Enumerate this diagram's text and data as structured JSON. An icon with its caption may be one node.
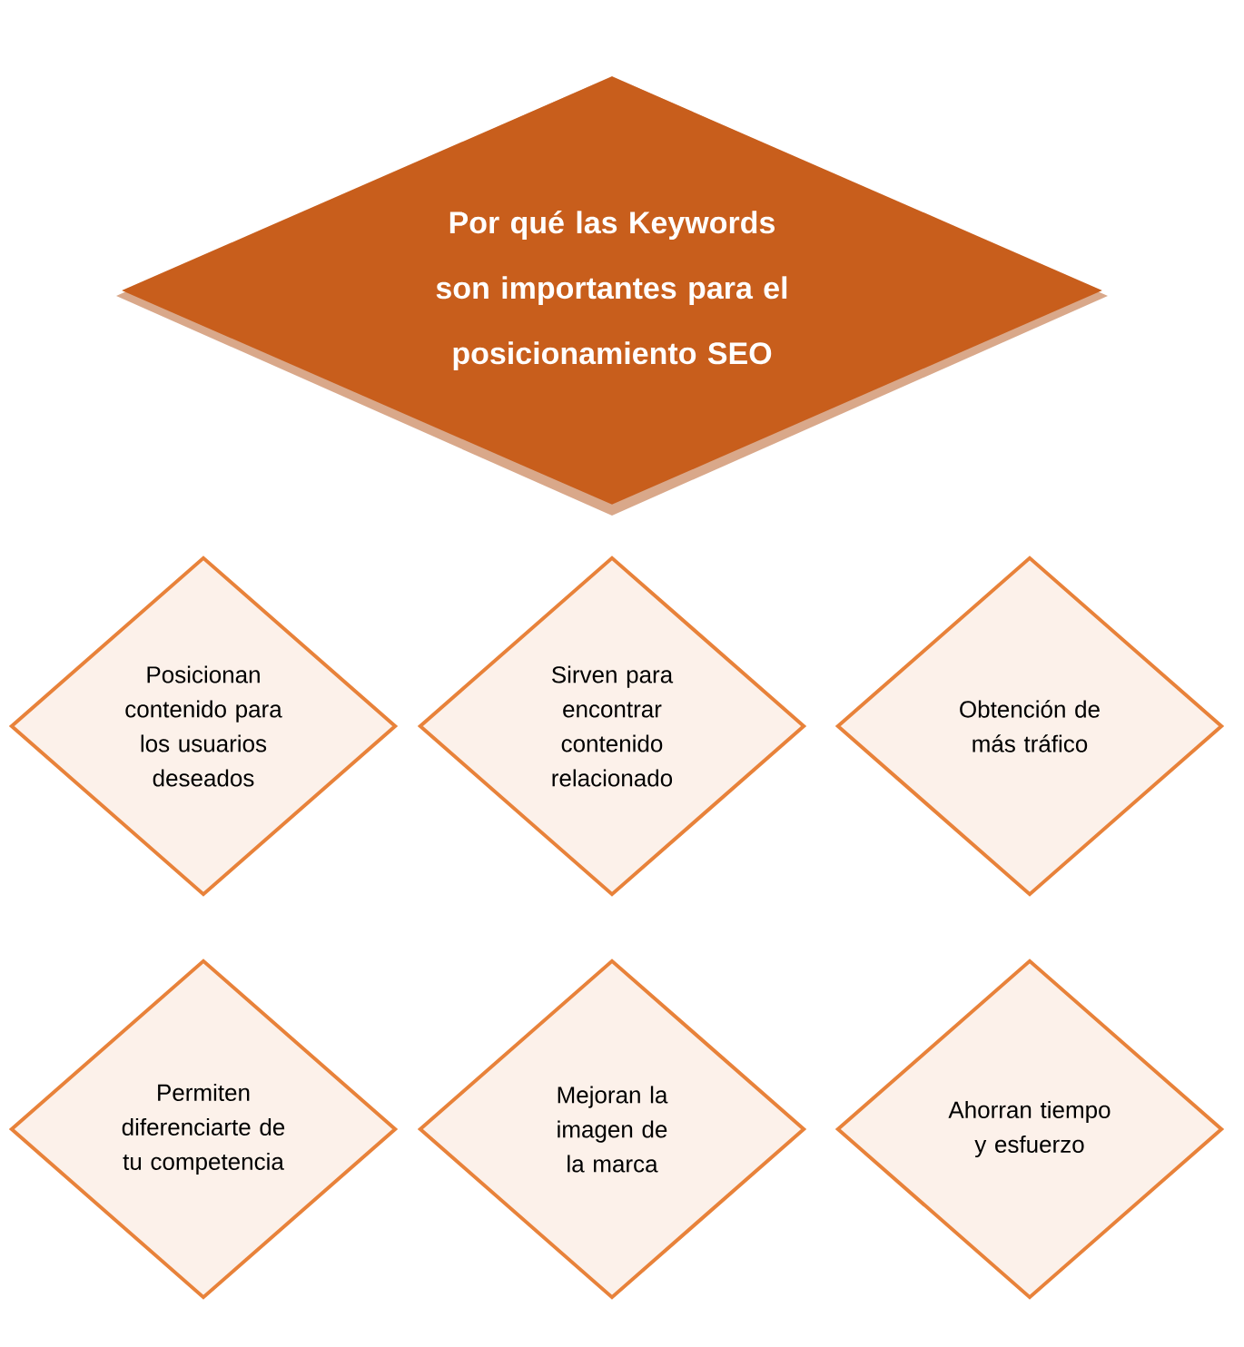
{
  "diagram": {
    "nodes": [
      {
        "text": [
          "Por qué las Keywords son importantes para el posicionamiento SEO"
        ]
      },
      {
        "text": [
          "Posicionan contenido para los usuarios deseados"
        ]
      },
      {
        "text": [
          "Sirven para encontrar contenido relacionado"
        ]
      },
      {
        "text": [
          "Obtención de más tráfico"
        ]
      },
      {
        "text": [
          "Permiten diferenciarte de tu competencia"
        ]
      },
      {
        "text": [
          "Mejoran la imagen de la marca"
        ]
      },
      {
        "text": [
          "Ahorran tiempo y esfuerzo"
        ]
      }
    ]
  }
}
